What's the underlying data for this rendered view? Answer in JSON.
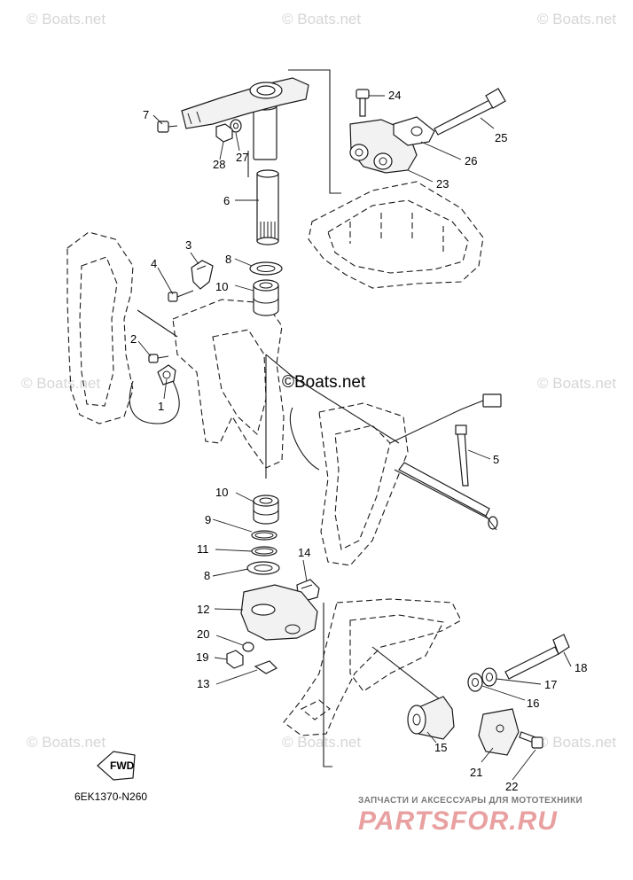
{
  "watermarks": {
    "text": "© Boats.net",
    "main": "©Boats.net"
  },
  "callouts": [
    {
      "id": "1",
      "label": "1"
    },
    {
      "id": "2",
      "label": "2"
    },
    {
      "id": "3",
      "label": "3"
    },
    {
      "id": "4",
      "label": "4"
    },
    {
      "id": "5",
      "label": "5"
    },
    {
      "id": "6",
      "label": "6"
    },
    {
      "id": "7",
      "label": "7"
    },
    {
      "id": "8a",
      "label": "8"
    },
    {
      "id": "8b",
      "label": "8"
    },
    {
      "id": "9",
      "label": "9"
    },
    {
      "id": "10a",
      "label": "10"
    },
    {
      "id": "10b",
      "label": "10"
    },
    {
      "id": "11",
      "label": "11"
    },
    {
      "id": "12",
      "label": "12"
    },
    {
      "id": "13",
      "label": "13"
    },
    {
      "id": "14",
      "label": "14"
    },
    {
      "id": "15",
      "label": "15"
    },
    {
      "id": "16",
      "label": "16"
    },
    {
      "id": "17",
      "label": "17"
    },
    {
      "id": "18",
      "label": "18"
    },
    {
      "id": "19",
      "label": "19"
    },
    {
      "id": "20",
      "label": "20"
    },
    {
      "id": "21",
      "label": "21"
    },
    {
      "id": "22",
      "label": "22"
    },
    {
      "id": "23",
      "label": "23"
    },
    {
      "id": "24",
      "label": "24"
    },
    {
      "id": "25",
      "label": "25"
    },
    {
      "id": "26",
      "label": "26"
    },
    {
      "id": "27",
      "label": "27"
    },
    {
      "id": "28",
      "label": "28"
    }
  ],
  "fwd_label": "FWD",
  "diagram_code": "6EK1370-N260",
  "promo": {
    "subtitle": "ЗАПЧАСТИ И АКСЕССУАРЫ ДЛЯ МОТОТЕХНИКИ",
    "brand": "PARTSFOR.RU"
  }
}
